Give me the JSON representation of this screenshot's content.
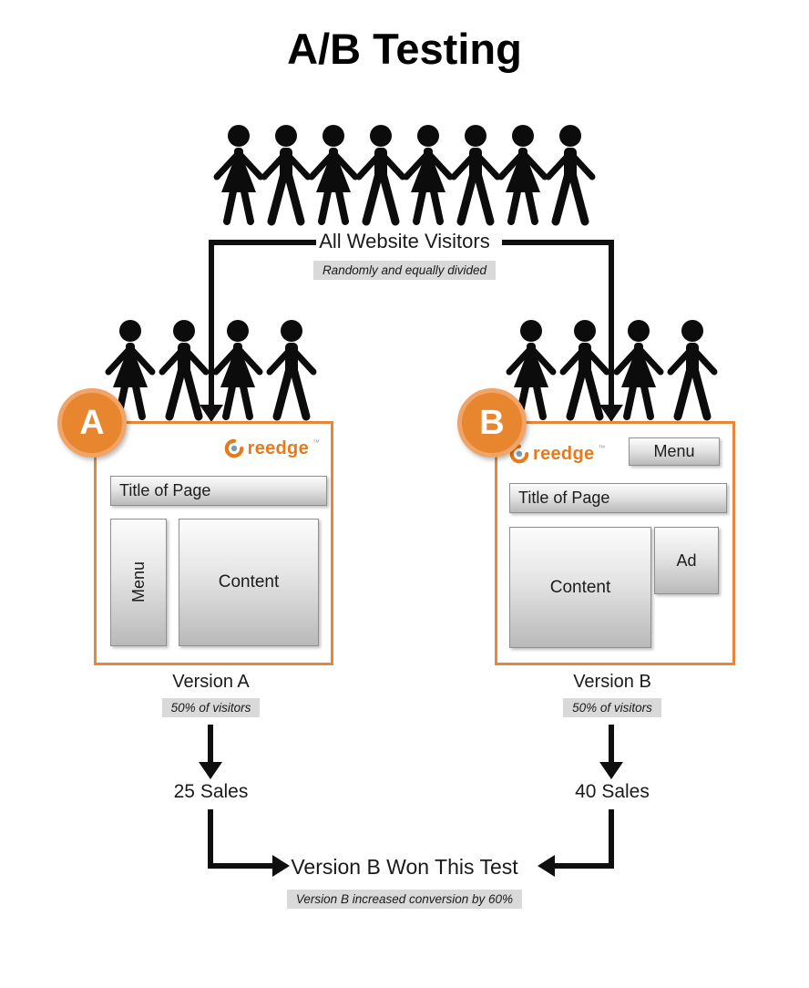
{
  "title": "A/B Testing",
  "colors": {
    "accent_orange": "#E8873B",
    "badge_bg": "#D9D9D9",
    "figure_black": "#0c0c0c",
    "logo_orange": "#E87A1E"
  },
  "logo": {
    "text": "reedge",
    "tm": "™"
  },
  "visitors": {
    "label": "All Website Visitors",
    "note": "Randomly and equally divided",
    "people_count": 8
  },
  "branch_a": {
    "badge": "A",
    "people_count": 4,
    "wireframe": {
      "title_bar": "Title of Page",
      "menu": "Menu",
      "content": "Content"
    },
    "caption": "Version A",
    "note": "50% of visitors",
    "sales": "25 Sales"
  },
  "branch_b": {
    "badge": "B",
    "people_count": 4,
    "wireframe": {
      "menu_button": "Menu",
      "title_bar": "Title of Page",
      "content": "Content",
      "ad": "Ad"
    },
    "caption": "Version B",
    "note": "50% of visitors",
    "sales": "40 Sales"
  },
  "result": {
    "label": "Version B Won This Test",
    "note": "Version B increased conversion by 60%"
  }
}
